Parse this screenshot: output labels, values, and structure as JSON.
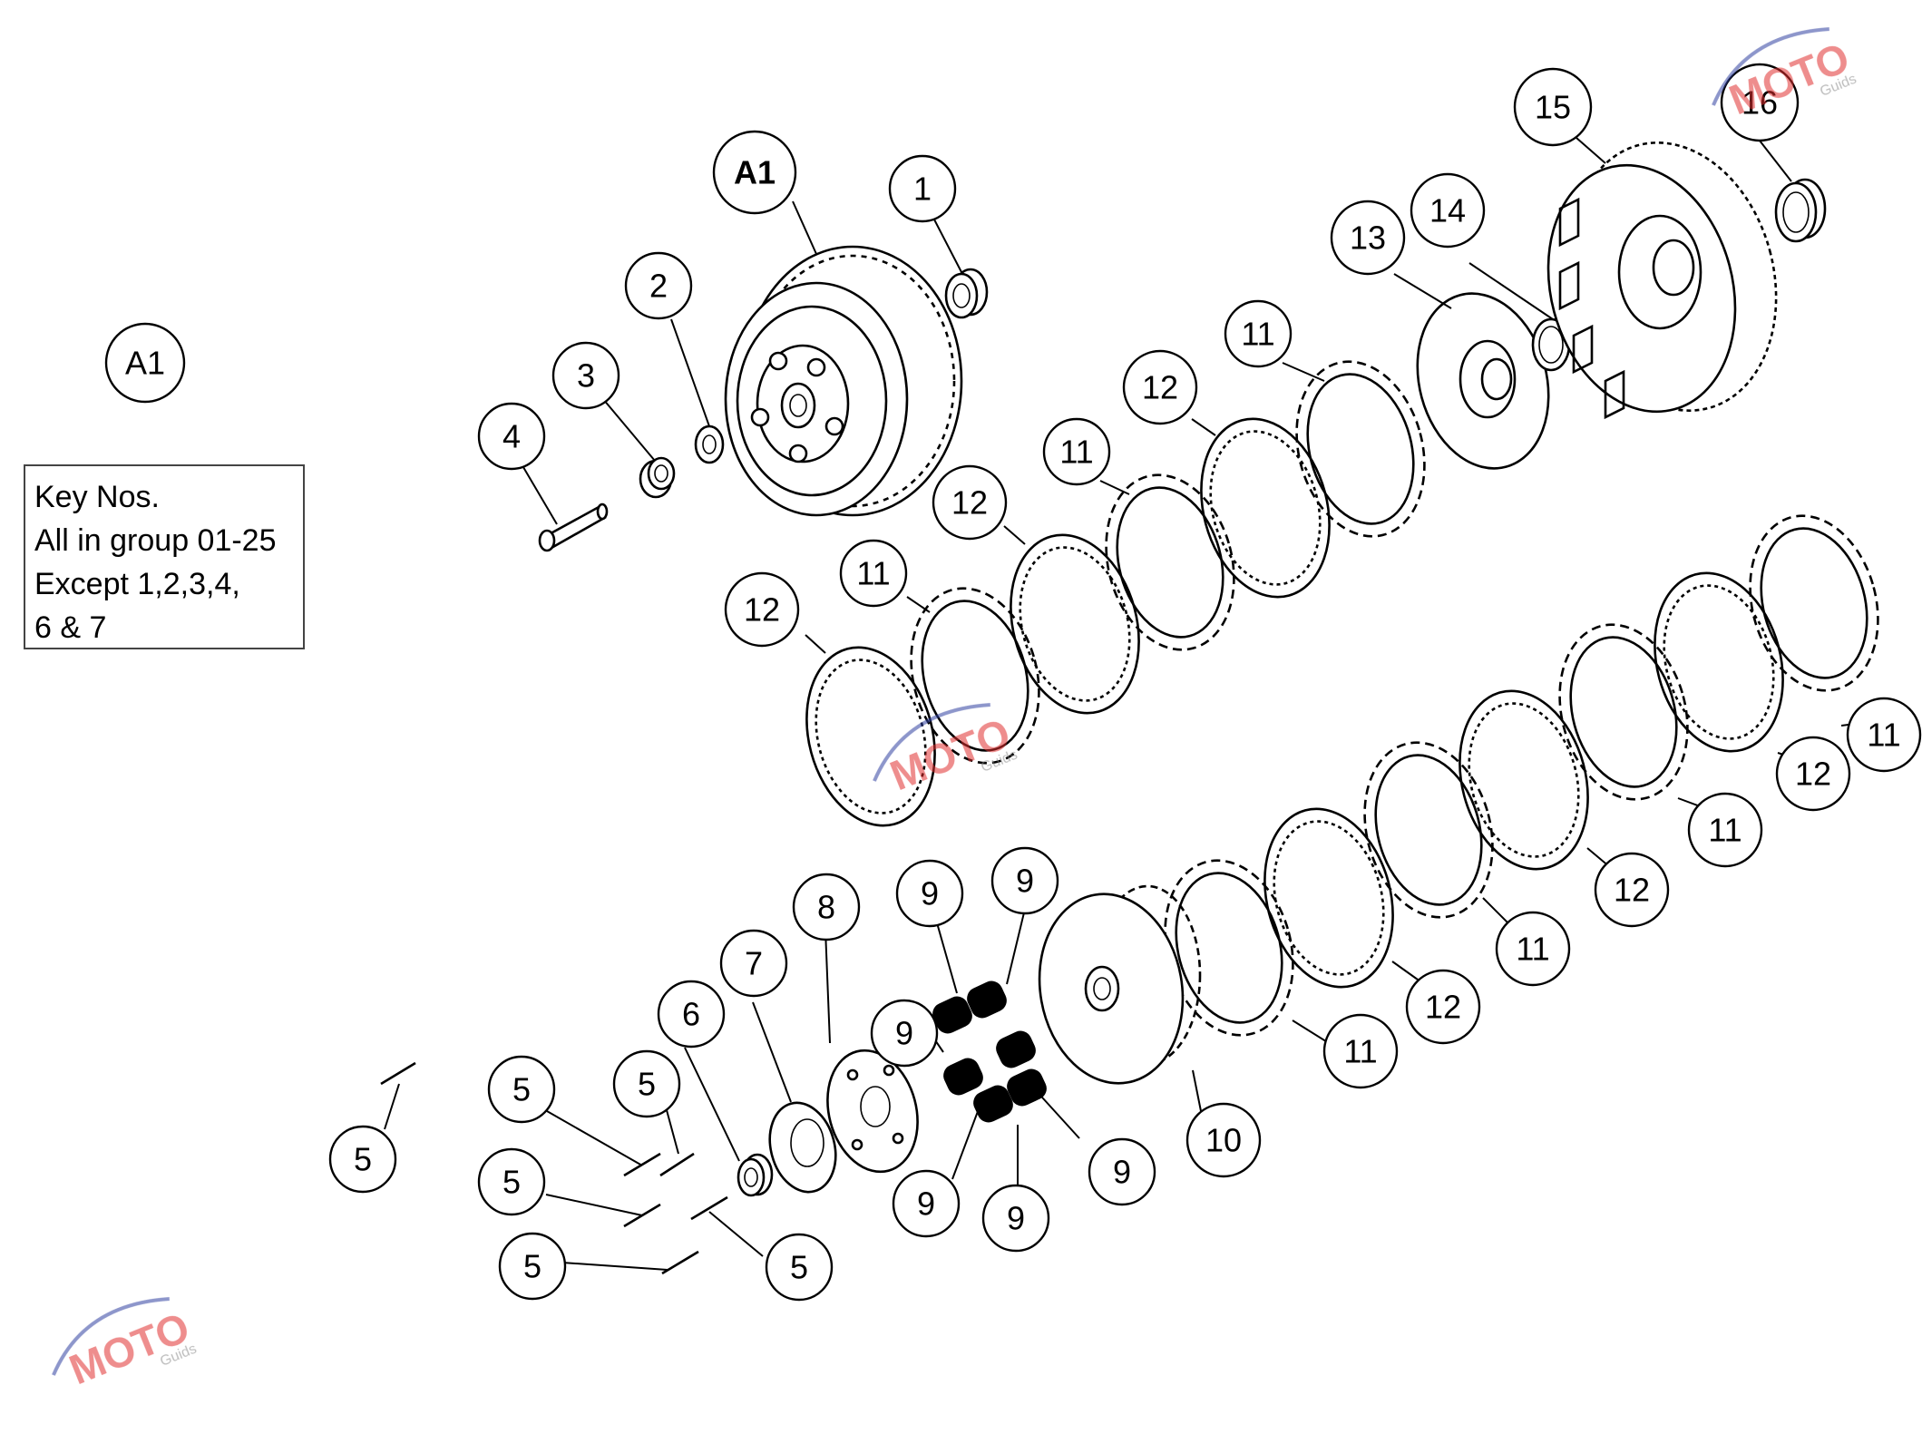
{
  "key_box": {
    "line1": "Key Nos.",
    "line2": "All in group 01-25",
    "line3": "Except 1,2,3,4,",
    "line4": "6 & 7"
  },
  "callouts": [
    {
      "id": "a1-ref",
      "label": "A1",
      "bold": false
    },
    {
      "id": "a1-assembly",
      "label": "A1",
      "bold": true
    },
    {
      "id": "c1",
      "label": "1"
    },
    {
      "id": "c2",
      "label": "2"
    },
    {
      "id": "c3",
      "label": "3"
    },
    {
      "id": "c4",
      "label": "4"
    },
    {
      "id": "c5a",
      "label": "5"
    },
    {
      "id": "c5b",
      "label": "5"
    },
    {
      "id": "c5c",
      "label": "5"
    },
    {
      "id": "c5d",
      "label": "5"
    },
    {
      "id": "c5e",
      "label": "5"
    },
    {
      "id": "c5f",
      "label": "5"
    },
    {
      "id": "c6",
      "label": "6"
    },
    {
      "id": "c7",
      "label": "7"
    },
    {
      "id": "c8",
      "label": "8"
    },
    {
      "id": "c9a",
      "label": "9"
    },
    {
      "id": "c9b",
      "label": "9"
    },
    {
      "id": "c9c",
      "label": "9"
    },
    {
      "id": "c9d",
      "label": "9"
    },
    {
      "id": "c9e",
      "label": "9"
    },
    {
      "id": "c9f",
      "label": "9"
    },
    {
      "id": "c10",
      "label": "10"
    },
    {
      "id": "c11a",
      "label": "11"
    },
    {
      "id": "c11b",
      "label": "11"
    },
    {
      "id": "c11c",
      "label": "11"
    },
    {
      "id": "c11d",
      "label": "11"
    },
    {
      "id": "c11e",
      "label": "11"
    },
    {
      "id": "c11f",
      "label": "11"
    },
    {
      "id": "c11g",
      "label": "11"
    },
    {
      "id": "c12a",
      "label": "12"
    },
    {
      "id": "c12b",
      "label": "12"
    },
    {
      "id": "c12c",
      "label": "12"
    },
    {
      "id": "c12d",
      "label": "12"
    },
    {
      "id": "c12e",
      "label": "12"
    },
    {
      "id": "c12f",
      "label": "12"
    },
    {
      "id": "c13",
      "label": "13"
    },
    {
      "id": "c14",
      "label": "14"
    },
    {
      "id": "c15",
      "label": "15"
    },
    {
      "id": "c16",
      "label": "16"
    }
  ],
  "watermark": {
    "text_main": "MOTO",
    "text_sub": "Guids"
  },
  "colors": {
    "line": "#000000",
    "background": "#ffffff",
    "watermark_red": "#e03030",
    "watermark_blue": "#3040a0"
  }
}
